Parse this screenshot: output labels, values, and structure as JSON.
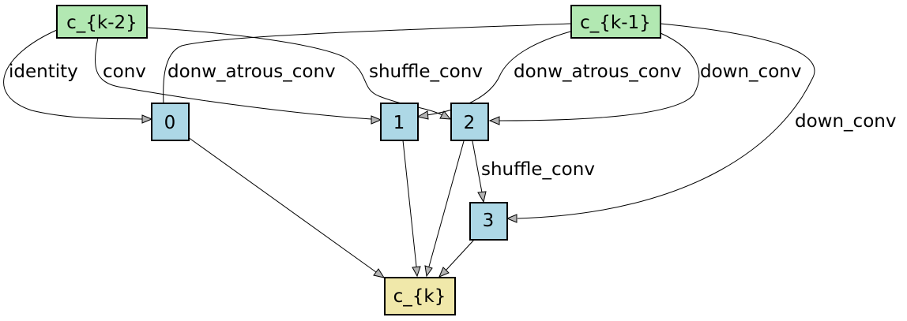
{
  "diagram": {
    "colors": {
      "input_node": "#b2e8b2",
      "intermediate_node": "#add8e6",
      "output_node": "#f0e8aa",
      "arrowhead": "#b3b3b3"
    },
    "nodes": {
      "ck2": "c_{k-2}",
      "ck1": "c_{k-1}",
      "n0": "0",
      "n1": "1",
      "n2": "2",
      "n3": "3",
      "ck": "c_{k}"
    },
    "edges": [
      {
        "id": "ck2-n0",
        "from": "c_{k-2}",
        "to": "0",
        "label": "identity"
      },
      {
        "id": "ck2-n1",
        "from": "c_{k-2}",
        "to": "1",
        "label": "conv"
      },
      {
        "id": "ck1-n0",
        "from": "c_{k-1}",
        "to": "0",
        "label": "donw_atrous_conv"
      },
      {
        "id": "ck2-n2",
        "from": "c_{k-2}",
        "to": "2",
        "label": "shuffle_conv"
      },
      {
        "id": "ck1-n1",
        "from": "c_{k-1}",
        "to": "1",
        "label": "donw_atrous_conv"
      },
      {
        "id": "ck1-n2",
        "from": "c_{k-1}",
        "to": "2",
        "label": "down_conv"
      },
      {
        "id": "ck1-n3",
        "from": "c_{k-1}",
        "to": "3",
        "label": "down_conv"
      },
      {
        "id": "n2-n3",
        "from": "2",
        "to": "3",
        "label": "shuffle_conv"
      },
      {
        "id": "n0-ck",
        "from": "0",
        "to": "c_{k}",
        "label": ""
      },
      {
        "id": "n1-ck",
        "from": "1",
        "to": "c_{k}",
        "label": ""
      },
      {
        "id": "n2-ck",
        "from": "2",
        "to": "c_{k}",
        "label": ""
      },
      {
        "id": "n3-ck",
        "from": "3",
        "to": "c_{k}",
        "label": ""
      }
    ]
  }
}
